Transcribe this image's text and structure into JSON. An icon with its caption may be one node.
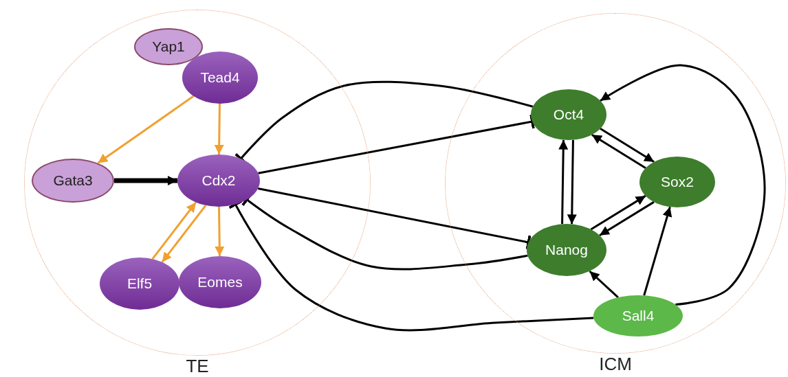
{
  "diagram": {
    "nodes": [
      {
        "text": [
          "TE"
        ]
      },
      {
        "text": [
          "Yap1"
        ],
        "in": 0
      },
      {
        "text": [
          "Tead4"
        ],
        "in": 0
      },
      {
        "text": [
          "Gata3"
        ],
        "in": 0
      },
      {
        "text": [
          "Cdx2"
        ],
        "in": 0
      },
      {
        "text": [
          "Elf5"
        ],
        "in": 0
      },
      {
        "text": [
          "Eomes"
        ],
        "in": 0
      },
      {
        "text": [
          "ICM"
        ]
      },
      {
        "text": [
          "Oct4"
        ],
        "in": 7
      },
      {
        "text": [
          "Sox2"
        ],
        "in": 7
      },
      {
        "text": [
          "Nanog"
        ],
        "in": 7
      },
      {
        "text": [
          "Sall4"
        ],
        "in": 7
      }
    ],
    "edges": [
      {
        "from": 2,
        "to": 3,
        "arrow": "to",
        "color": "#f0a030"
      },
      {
        "from": 2,
        "to": 4,
        "arrow": "to",
        "color": "#f0a030"
      },
      {
        "from": 3,
        "to": 4,
        "arrow": "to",
        "style": "thick"
      },
      {
        "from": 4,
        "to": 5,
        "arrow": "to",
        "color": "#f0a030"
      },
      {
        "from": 5,
        "to": 4,
        "arrow": "to",
        "color": "#f0a030"
      },
      {
        "from": 4,
        "to": 6,
        "arrow": "to",
        "color": "#f0a030"
      },
      {
        "from": 8,
        "to": 4,
        "arrow": "other"
      },
      {
        "from": 4,
        "to": 8,
        "arrow": "other"
      },
      {
        "from": 4,
        "to": 10,
        "arrow": "other"
      },
      {
        "from": 10,
        "to": 4,
        "arrow": "other"
      },
      {
        "from": 11,
        "to": 4,
        "arrow": "other"
      },
      {
        "from": 8,
        "to": 9,
        "arrow": "to"
      },
      {
        "from": 9,
        "to": 8,
        "arrow": "to"
      },
      {
        "from": 8,
        "to": 10,
        "arrow": "to"
      },
      {
        "from": 10,
        "to": 8,
        "arrow": "to"
      },
      {
        "from": 10,
        "to": 9,
        "arrow": "to"
      },
      {
        "from": 9,
        "to": 10,
        "arrow": "to"
      },
      {
        "from": 11,
        "to": 10,
        "arrow": "to"
      },
      {
        "from": 11,
        "to": 9,
        "arrow": "to"
      },
      {
        "from": 11,
        "to": 8,
        "arrow": "to"
      }
    ]
  }
}
